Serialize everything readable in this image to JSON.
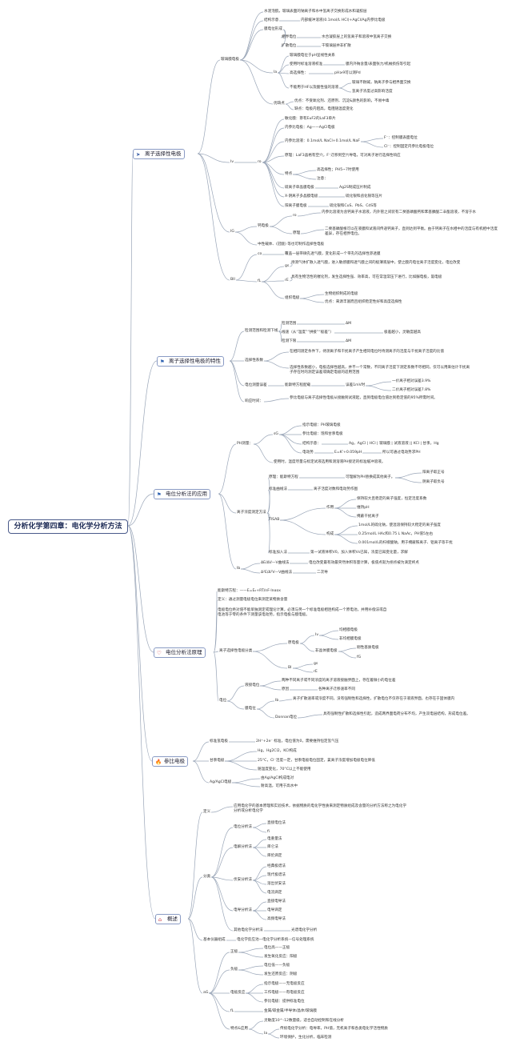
{
  "root": "分析化学第四章：电化学分析方法",
  "branches": [
    {
      "id": "b1",
      "label": "离子选择性电极",
      "icon": "paper-plane-icon",
      "icon_color": "#3a5fa8"
    },
    {
      "id": "b2",
      "label": "离子选择性电极的特性",
      "icon": "flag-icon",
      "icon_color": "#2a5fb0"
    },
    {
      "id": "b3",
      "label": "电位分析法的应用",
      "icon": "flag-icon",
      "icon_color": "#2a5fb0"
    },
    {
      "id": "b4",
      "label": "电位分析法原理",
      "icon": "heart-icon",
      "icon_color": "#d0303a"
    },
    {
      "id": "b5",
      "label": "参比电极",
      "icon": "flame-icon",
      "icon_color": "#2a62c8"
    },
    {
      "id": "b6",
      "label": "概述",
      "icon": "home-icon",
      "icon_color": "#c8303a"
    }
  ],
  "nodes": {
    "n001": "玻璃膜电极",
    "n002": "水泥泡肌，玻璃表面的钠离子和水中氢离子交换形成水和凝胶层",
    "n003": "结构示意",
    "n004": "内部缓冲溶液(0.1mol/L HCl)+AgCl/Ag内参比电极",
    "n005": "膜电位形成",
    "n006": "相界电位",
    "n007": "水合凝胶层上的氢离子和溶液中氢离子交换",
    "n008": "扩散电位",
    "n009": "干玻璃层并非扩散",
    "n010": "Ia",
    "n011": "玻璃膜电位于pH呈线性关系",
    "n012": "使用时标准溶液校准",
    "n013": "膜内外钠含量/表面张力/机械损伤等引起",
    "n014": "高选择性：",
    "n015": "pH≥9可以测Pd",
    "n016": "不能用于HF以及酸性强的溶液",
    "n017": "玻璃不耐碱，钠离子参与相界面交换",
    "n018": "氢离子浓度过高影响活度",
    "n019": "优缺点",
    "n020": "优点：不受氧化剂、还原剂、沉淀&颜色的影响，不易中毒",
    "n021": "缺点：电极内阻高，电阻随温度变化",
    "n022": "Iv",
    "n023": "ro",
    "n024": "敏化膜：掺有EuF2的LaF3单片",
    "n025": "内参比电极：Ag——AgCl电极",
    "n026": "内参比溶液：0.1mol/L NaCl+0.1mol/L NaF",
    "n027": "F⁻：控制膜表面电位",
    "n028": "Cl⁻：控制固定内参比电极电位",
    "n029": "原理：LaF3晶格有空穴，F⁻迁移到空穴导电，可对离子进行选择性响应",
    "n030": "特点",
    "n031": "高选择性；PH5~7时使用",
    "n032": "注意：",
    "n033": "硫离子单晶膜电极",
    "n034": "Ag2S制成压片制成",
    "n035": "X-阴离子多晶膜电极",
    "n036": "硫化银和卤化银等压片",
    "n037": "阳离子膜电极",
    "n038": "硫化银和CuS、PbS、CdS等",
    "n039": "IG",
    "n040": "钙电极",
    "n041": "ro",
    "n042": "内参比溶液为含钙离子水溶液，内外管之间装有二癸基磷酸钙和苯基膦酸二辛酯溶液，不溶于水",
    "n043": "原理",
    "n044": "二癸基磷酸根可以在液膜和试液间传递钙离子，直到达到平衡。由于钙离子在水相中的活度与有机相中活度差异，存在相界电位。",
    "n045": "中性载体、(冠醚) 等也可制作选择性电极",
    "n046": "BII",
    "n047": "co",
    "n048": "覆盖一层带微孔透气膜，变化形成一个带孔的选择性渗透膜",
    "n049": "fL",
    "n050": "gs",
    "n051": "待测气体扩散入透气膜，进入敏感膜和透气膜之间的极薄液层中，使之膜内电位离子活度变化，电位改变",
    "n052": "rE",
    "n053": "具有生物活性的催化剂，发生选择性强、效率高，可在常温常压下进行，比如脲电极，氨电极",
    "n054": "组织电极",
    "n055": "生物组织制成的电极",
    "n056": "优点：来源丰富而且组织稳定性好和高度选择性",
    "n057": "检测范围和检测下线",
    "n058": "检测范围",
    "n059": "ΔM",
    "n060": "线速（从“温度”“拼接”“极差”）",
    "n061": "极差越小，灵敏度越高",
    "n062": "检测下限",
    "n063": "ΔM",
    "n064": "选择性系数",
    "n065": "在相同测定条件下，待测离子和干扰离子产生相同电位时待测离子的活度与干扰离子活度的比值",
    "n066": "选择性系数越小，电极选择性越高，并不一个常数，不同离子活度下测定系数不尽相同，仅可以用来估计干扰离子存在时的测定误差或确定电极的适用范围",
    "n067": "电位测量误差",
    "n068": "能斯特方程配载",
    "n069": "误差1mV时",
    "n070": "一价离子相对误差3.9%",
    "n071": "二价离子相对误差7.8%",
    "n072": "响应时间：",
    "n073": "参比电极与离子选择性电极从接触到试液起，直到电极电位值达到稳定值的95%所需时间。",
    "n074": "PH测量：",
    "n075": "sG",
    "n076": "指示电极：PH玻璃电极",
    "n077": "参比电极：饱和甘汞电极",
    "n078": "结构示意：",
    "n079": "Ag，AgCl | HCl | 玻璃膜 | 试液溶液 || KCl | 甘汞，Hg",
    "n080": "电动势",
    "n081": "E=K'+0.059pH",
    "n082": "所以可通过电动势求PH",
    "n083": "使用时，温度尽量与标定试液选用和测溶液PH接近的标准缓冲溶液。",
    "n084": "离子浓度测定方法",
    "n085": "原理：能斯特方程",
    "n086": "可理解为PH替换成其他离子。",
    "n087": "阳离子取正号",
    "n088": "阴离子取负号",
    "n089": "标准曲线法",
    "n090": "离子活度对数和电动势作图",
    "n091": "TISAB",
    "n092": "作用",
    "n093": "保持较大且稳定的离子强度，恒定活度系数",
    "n094": "维持pH",
    "n095": "掩蔽干扰离子",
    "n096": "构成",
    "n097": "1mol/L的硫化钠，使混溶保持较大稳定的离子强度",
    "n098": "0.25mol/L HAc和0.75 L NaAc，PH值5左右",
    "n099": "0.001mol/L的柠檬酸钠，用于掩蔽铁离子、铝离子等干扰",
    "n100": "标准加入法",
    "n101": "第一试液体积V0，加入体积Vs已知，浓度已知变化量，求解",
    "n102": "Ib",
    "n103": "ΔE/ΔV—V曲线法",
    "n104": "电位改变最有效最突然体积等量计算，极值点就为拐点被为滴定终点",
    "n105": "Δ²E/Δ²V—V曲线法",
    "n106": "二次导",
    "n107": "能斯特方程：——E=E₀+RT/nF·lnαox",
    "n108": "定义：通过测量电极电位来测定某物质含量",
    "n109": "电极电位绝对值不能单独测定或理论计算，必须与另一个标准电极相连构成一个原电池，并用补偿法或自电池等于零的条件下测量该电动势，指示电极与膜电极。",
    "n110": "离子选择性电极分类",
    "n111": "原电极",
    "n112": "Iv",
    "n113": "均相膜电极",
    "n114": "非均相膜电极",
    "n115": "非晶体膜电极",
    "n116": "刚性基质电极",
    "n117": "fG",
    "n118": "BI",
    "n119": "gs",
    "n120": "rE",
    "n121": "电位",
    "n122": "液接电位",
    "n123": "两种不同离子或不同浓度的离子溶液接触界面上，存在着微小的电位差",
    "n124": "原因",
    "n125": "各种离子迁移速率不同",
    "n126": "膜电位",
    "n127": "Ib",
    "n128": "离子扩散速率或浓度不同，没有强制性和选择性，扩散电位不仅存在于液液界面，也存在于固体膜内",
    "n129": "Donnan电位",
    "n130": "具有强制性扩散和选择性引起，造成两界面电荷分布不均，产生双电层结构，形成电位差。",
    "n131": "标准氢电极",
    "n132": "2H⁺+2e⁻ 标准，电位值为0，需要维持恒定氢气压",
    "n133": "甘汞电极",
    "n134": "Hg，Hg2Cl2，KCl构成",
    "n135": "25°C，Cl⁻活度一定，甘汞电极电位固定，氯离子浓度增加电极电位降低",
    "n136": "随温度变化，70°C以上不能使用",
    "n137": "Ag/AgCl电极",
    "n138": "由Ag/AgCl构成电对",
    "n139": "耐高温，可用于高水中",
    "n140": "定义",
    "n141": "应用电化学的基本原理和实验技术，依据物质的电化学性质来测定物质组成及含量的分析方法称之为电化学分析或分析电化学",
    "n142": "分类",
    "n143": "电位分析法",
    "n144": "直接电位法",
    "n145": "fi",
    "n146": "电解分析法",
    "n147": "电重量法",
    "n148": "库仑法",
    "n149": "库伦滴定",
    "n150": "伏安分析法",
    "n151": "经典极谱法",
    "n152": "现代极谱法",
    "n153": "溶出伏安法",
    "n154": "电流滴定",
    "n155": "电导分析法",
    "n156": "直接电导法",
    "n157": "电导滴定",
    "n158": "高频电导法",
    "n159": "其他电化学分析法",
    "n160": "光谱电化学分析",
    "n161": "基本仪器组成",
    "n162": "电化学反应池—电化学分析系统—信号处理系统",
    "n163": "aG",
    "n164": "正极",
    "n165": "电位高——正极",
    "n166": "发生氧化反应：阳极",
    "n167": "负极",
    "n168": "电位低——负极",
    "n169": "发生还原反应：阴极",
    "n170": "电极反应",
    "n171": "指示电极——无电极反应",
    "n172": "工作电极——有电极反应",
    "n173": "参比电极：提供标准电位",
    "n174": "fL",
    "n175": "金属/碳金属/半导体/晶体/玻璃膜",
    "n176": "特点&应用",
    "n177": "灵敏度10^-12数量级，适合自动控制和在线分析",
    "n178": "Ia",
    "n179": "传统电化学分析：电导率，PH值，无机离子和各类电化学活性物质",
    "n180": "环境保护，生化分析，临床检测"
  }
}
